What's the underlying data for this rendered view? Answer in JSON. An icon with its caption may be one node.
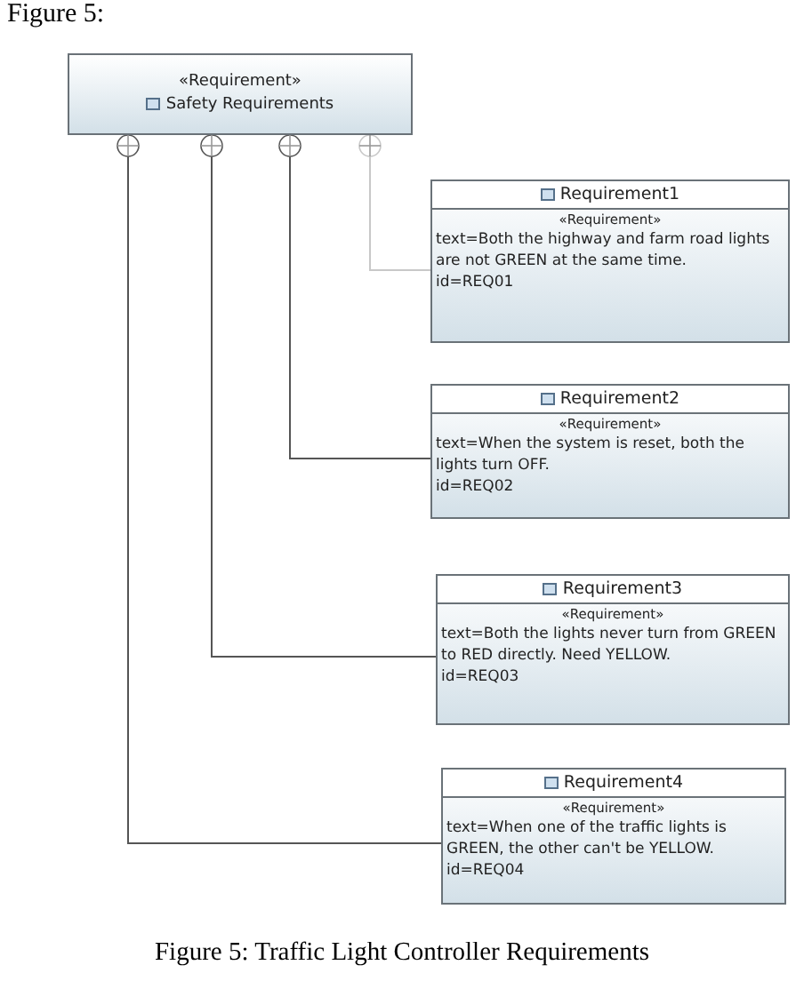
{
  "diagram": {
    "caption": "Figure 5: Traffic Light Controller Requirements",
    "nodes": [
      {
        "text": [
          "«Requirement»",
          "Safety Requirements"
        ]
      },
      {
        "text": [
          "Requirement1",
          "«Requirement»",
          "text=Both the highway and farm road lights are not GREEN at the same time.",
          "id=REQ01"
        ]
      },
      {
        "text": [
          "Requirement2",
          "«Requirement»",
          "text=When the system is reset, both the lights turn OFF.",
          "id=REQ02"
        ]
      },
      {
        "text": [
          "Requirement3",
          "«Requirement»",
          "text=Both the lights never turn from GREEN to RED directly. Need YELLOW.",
          "id=REQ03"
        ]
      },
      {
        "text": [
          "Requirement4",
          "«Requirement»",
          "text=When one of the traffic lights is GREEN, the other can't be YELLOW.",
          "id=REQ04"
        ]
      }
    ],
    "edges": [
      {
        "from": 0,
        "to": 4,
        "arrow": "other"
      },
      {
        "from": 0,
        "to": 3,
        "arrow": "other"
      },
      {
        "from": 0,
        "to": 2,
        "arrow": "other"
      },
      {
        "from": 0,
        "to": 1,
        "arrow": "other",
        "color": "#c8c8c8"
      }
    ],
    "labels": [
      "Figure 5:"
    ]
  }
}
